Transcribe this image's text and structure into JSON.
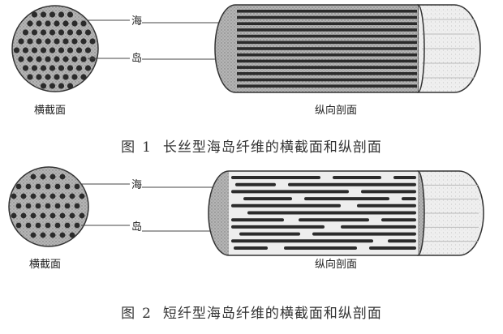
{
  "figures": [
    {
      "id": "fig1",
      "label_sea": "海",
      "label_island": "岛",
      "label_cross_section": "横截面",
      "label_longitudinal_section": "纵向剖面",
      "caption_prefix": "图",
      "caption_number": "1",
      "caption_text": "长丝型海岛纤维的横截面和纵剖面",
      "fiber_type": "filament"
    },
    {
      "id": "fig2",
      "label_sea": "海",
      "label_island": "岛",
      "label_cross_section": "横截面",
      "label_longitudinal_section": "纵向剖面",
      "caption_prefix": "图",
      "caption_number": "2",
      "caption_text": "短纤型海岛纤维的横截面和纵剖面",
      "fiber_type": "staple"
    }
  ],
  "colors": {
    "sea": "#a9a9a9",
    "island": "#2b2b2b",
    "outline": "#333333",
    "cap_fill": "#e8e8e8",
    "leader_line": "#444444"
  }
}
